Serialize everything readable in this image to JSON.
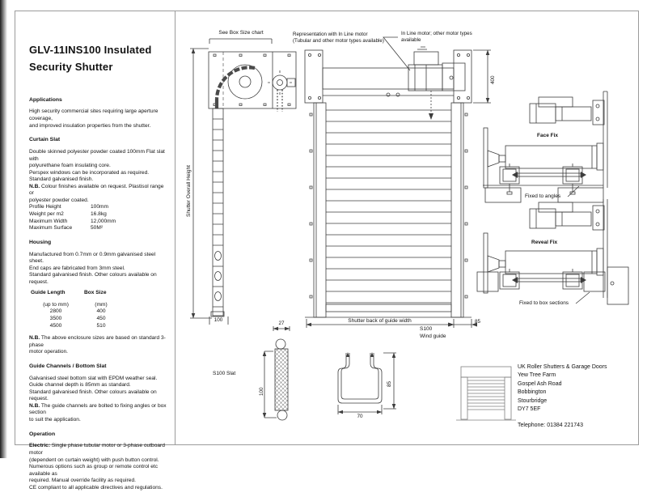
{
  "doc": {
    "title": "GLV-11INS100 Insulated\nSecurity Shutter"
  },
  "sections": {
    "applications": {
      "heading": "Applications",
      "body": "High security commercial sites requiring large aperture coverage,\nand improved insulation properties from the shutter."
    },
    "curtain_slat": {
      "heading": "Curtain Slat",
      "body": "Double skinned polyester powder coated 100mm Flat slat with\npolyurethane foam insulating core.\nPerspex windows can be incorporated as required.\nStandard galvanised finish.",
      "nb_label": "N.B.",
      "nb_text": " Colour finishes available on request. Plastisol range or\npolyester powder coated.",
      "specs": [
        {
          "label": "Profile Height",
          "value": "100mm"
        },
        {
          "label": "Weight per m2",
          "value": "16.8kg"
        },
        {
          "label": "Maximum Width",
          "value": "12,000mm"
        },
        {
          "label": "Maximum Surface",
          "value": "50M²"
        }
      ]
    },
    "housing": {
      "heading": "Housing",
      "body": "Manufactured from 0.7mm or 0.9mm galvanised steel sheet.\nEnd caps are fabricated from 3mm steel.\nStandard galvanised finish. Other colours available on request.",
      "table": {
        "col1": "Guide Length",
        "col2": "Box Size",
        "unit1": "(up to mm)",
        "unit2": "(mm)",
        "rows": [
          {
            "guide": "2800",
            "box": "400"
          },
          {
            "guide": "3500",
            "box": "450"
          },
          {
            "guide": "4500",
            "box": "510"
          }
        ]
      },
      "nb_label": "N.B.",
      "nb_text": " The above enclosure sizes are based on standard 3-phase\nmotor operation."
    },
    "guide_channels": {
      "heading": "Guide Channels / Bottom Slat",
      "body": "Galvanised steel bottom slat with EPDM weather seal.\nGuide channel depth is 85mm as standard.\nStandard galvanised finish. Other colours available on request.",
      "nb_label": "N.B.",
      "nb_text": " The guide channels are bolted to fixing angles or box section\nto suit the application."
    },
    "operation": {
      "heading": "Operation",
      "electric_label": "Electric:",
      "body": " Single phase tubular motor or 3-phase outboard motor\n(dependent on curtain weight) with push button control.\nNumerous options such as group or remote control etc available as\nrequired. Manual override facility as required.\nCE compliant to all applicable directives and regulations."
    }
  },
  "drawings": {
    "see_box_size_chart": "See Box Size chart",
    "representation_note": "Representation with In Line motor\n(Tubular and other motor types available)",
    "inline_motor_note": "In Line motor; other motor types\navailable",
    "shutter_overall_height": "Shutter Overall Height",
    "box_height_dim": "400",
    "guide_width_label": "Shutter back of guide width",
    "guide_depth_dim": "85",
    "wind_guide_label": "S100\nWind guide",
    "curtain_bottom_dim": "100",
    "slat_label": "S100 Slat",
    "slat_width_dim": "27",
    "slat_height_dim": "100",
    "channel_width_dim": "70",
    "channel_height_dim": "85",
    "face_fix_label": "Face Fix",
    "face_fix_note": "Fixed to angles",
    "reveal_fix_label": "Reveal Fix",
    "reveal_fix_note": "Fixed to box sections"
  },
  "address": {
    "lines": "UK Roller Shutters & Garage Doors\nYew Tree Farm\nGospel Ash Road\nBobbington\nStourbridge\nDY7 5EF",
    "telephone": "Telephone: 01384 221743"
  }
}
